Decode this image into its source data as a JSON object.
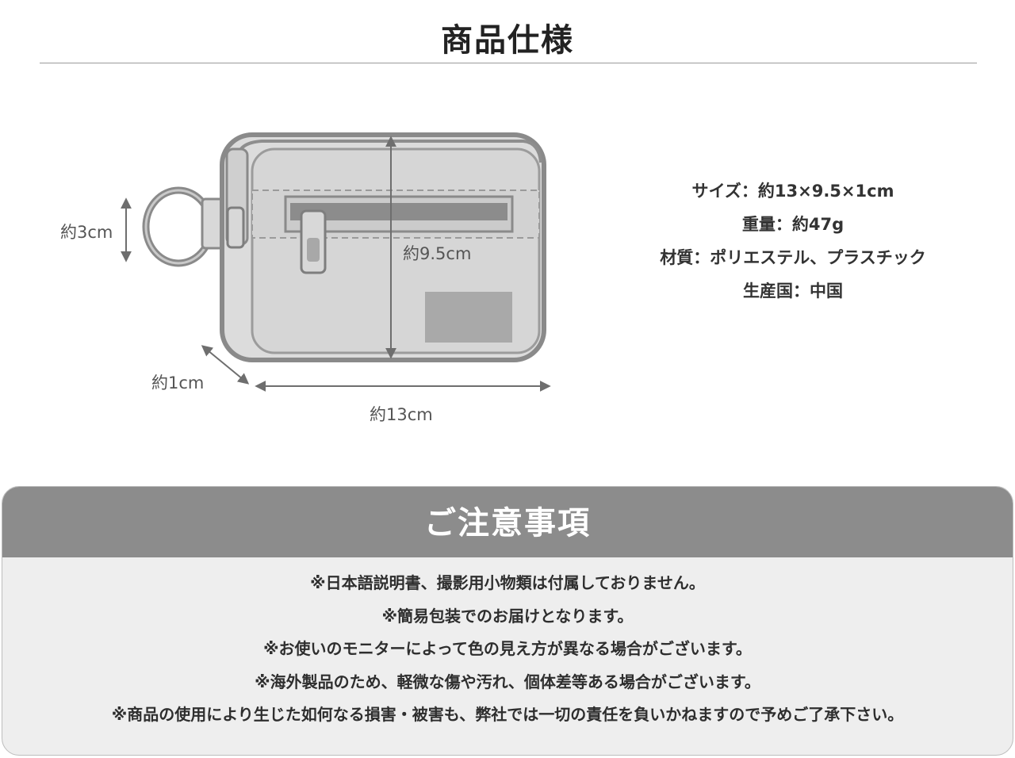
{
  "spec": {
    "title": "商品仕様"
  },
  "diagram": {
    "labels": {
      "height": "約3cm",
      "length": "約9.5cm",
      "depth": "約1cm",
      "width": "約13cm"
    },
    "colors": {
      "outline": "#8a8a8a",
      "fill": "#dadada",
      "arrow": "#6e6e6e"
    }
  },
  "specs": [
    "サイズ：約13×9.5×1cm",
    "重量：約47g",
    "材質：ポリエステル、プラスチック",
    "生産国：中国"
  ],
  "notice": {
    "title": "ご注意事項",
    "items": [
      "※日本語説明書、撮影用小物類は付属しておりません。",
      "※簡易包装でのお届けとなります。",
      "※お使いのモニターによって色の見え方が異なる場合がございます。",
      "※海外製品のため、軽微な傷や汚れ、個体差等ある場合がございます。",
      "※商品の使用により生じた如何なる損害・被害も、弊社では一切の責任を負いかねますので予めご了承下さい。"
    ]
  }
}
